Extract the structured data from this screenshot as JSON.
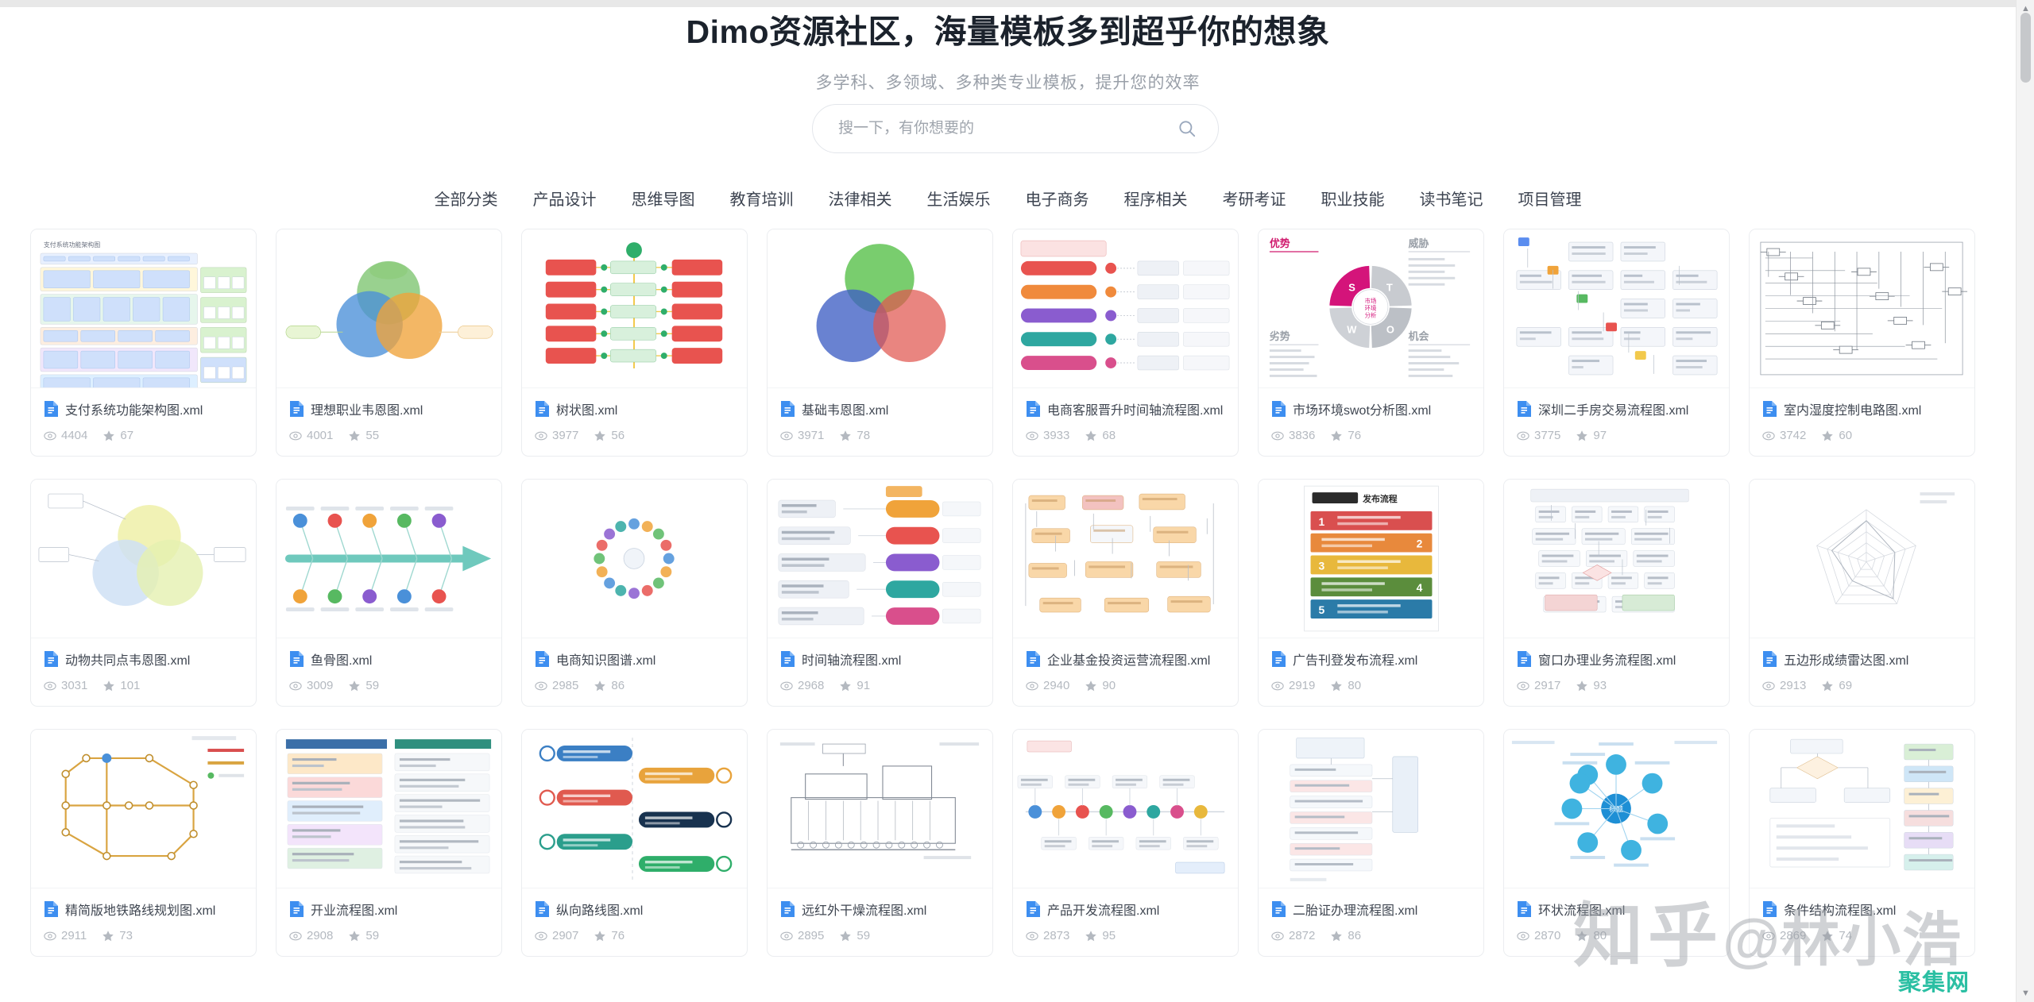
{
  "hero": {
    "title": "Dimo资源社区，海量模板多到超乎你的想象",
    "subtitle": "多学科、多领域、多种类专业模板，提升您的效率"
  },
  "search": {
    "placeholder": "搜一下，有你想要的",
    "value": "",
    "icon": "search-icon"
  },
  "nav": {
    "items": [
      {
        "label": "全部分类"
      },
      {
        "label": "产品设计"
      },
      {
        "label": "思维导图"
      },
      {
        "label": "教育培训"
      },
      {
        "label": "法律相关"
      },
      {
        "label": "生活娱乐"
      },
      {
        "label": "电子商务"
      },
      {
        "label": "程序相关"
      },
      {
        "label": "考研考证"
      },
      {
        "label": "职业技能"
      },
      {
        "label": "读书笔记"
      },
      {
        "label": "项目管理"
      }
    ]
  },
  "cards": [
    {
      "title": "支付系统功能架构图.xml",
      "views": "4404",
      "stars": "67",
      "thumb": "architecture",
      "thumb_title": "支付系统功能架构图"
    },
    {
      "title": "理想职业韦恩图.xml",
      "views": "4001",
      "stars": "55",
      "thumb": "venn3-color",
      "thumb_title": ""
    },
    {
      "title": "树状图.xml",
      "views": "3977",
      "stars": "56",
      "thumb": "tree-red",
      "thumb_title": ""
    },
    {
      "title": "基础韦恩图.xml",
      "views": "3971",
      "stars": "78",
      "thumb": "venn3-basic",
      "thumb_title": ""
    },
    {
      "title": "电商客服晋升时间轴流程图.xml",
      "views": "3933",
      "stars": "68",
      "thumb": "timeline-rows",
      "thumb_title": ""
    },
    {
      "title": "市场环境swot分析图.xml",
      "views": "3836",
      "stars": "76",
      "thumb": "swot",
      "thumb_title": "市场环境分析"
    },
    {
      "title": "深圳二手房交易流程图.xml",
      "views": "3775",
      "stars": "97",
      "thumb": "flow-grid",
      "thumb_title": ""
    },
    {
      "title": "室内湿度控制电路图.xml",
      "views": "3742",
      "stars": "60",
      "thumb": "circuit",
      "thumb_title": ""
    },
    {
      "title": "动物共同点韦恩图.xml",
      "views": "3031",
      "stars": "101",
      "thumb": "venn-animals",
      "thumb_title": ""
    },
    {
      "title": "鱼骨图.xml",
      "views": "3009",
      "stars": "59",
      "thumb": "fishbone",
      "thumb_title": ""
    },
    {
      "title": "电商知识图谱.xml",
      "views": "2985",
      "stars": "86",
      "thumb": "circle-dots",
      "thumb_title": ""
    },
    {
      "title": "时间轴流程图.xml",
      "views": "2968",
      "stars": "91",
      "thumb": "timeline-bars",
      "thumb_title": ""
    },
    {
      "title": "企业基金投资运营流程图.xml",
      "views": "2940",
      "stars": "90",
      "thumb": "flow-orange",
      "thumb_title": ""
    },
    {
      "title": "广告刊登发布流程.xml",
      "views": "2919",
      "stars": "80",
      "thumb": "poster-steps",
      "thumb_title": "发布流程"
    },
    {
      "title": "窗口办理业务流程图.xml",
      "views": "2917",
      "stars": "93",
      "thumb": "flow-swimlane",
      "thumb_title": ""
    },
    {
      "title": "五边形成绩雷达图.xml",
      "views": "2913",
      "stars": "69",
      "thumb": "radar",
      "thumb_title": ""
    },
    {
      "title": "精简版地铁路线规划图.xml",
      "views": "2911",
      "stars": "73",
      "thumb": "metro",
      "thumb_title": ""
    },
    {
      "title": "开业流程图.xml",
      "views": "2908",
      "stars": "59",
      "thumb": "cards-notes",
      "thumb_title": ""
    },
    {
      "title": "纵向路线图.xml",
      "views": "2907",
      "stars": "76",
      "thumb": "vertical-road",
      "thumb_title": ""
    },
    {
      "title": "远红外干燥流程图.xml",
      "views": "2895",
      "stars": "59",
      "thumb": "machine",
      "thumb_title": ""
    },
    {
      "title": "产品开发流程图.xml",
      "views": "2873",
      "stars": "95",
      "thumb": "timeline-dots",
      "thumb_title": ""
    },
    {
      "title": "二胎证办理流程图.xml",
      "views": "2872",
      "stars": "86",
      "thumb": "form-flow",
      "thumb_title": ""
    },
    {
      "title": "环状流程图.xml",
      "views": "2870",
      "stars": "80",
      "thumb": "hub-spoke",
      "thumb_title": ""
    },
    {
      "title": "条件结构流程图.xml",
      "views": "2869",
      "stars": "74",
      "thumb": "cond-flow",
      "thumb_title": ""
    }
  ],
  "watermarks": {
    "zhihu": "知乎",
    "zhihu_user": "@林小浩",
    "juji": "聚集网",
    "juji_color": "#2bbfa3"
  }
}
